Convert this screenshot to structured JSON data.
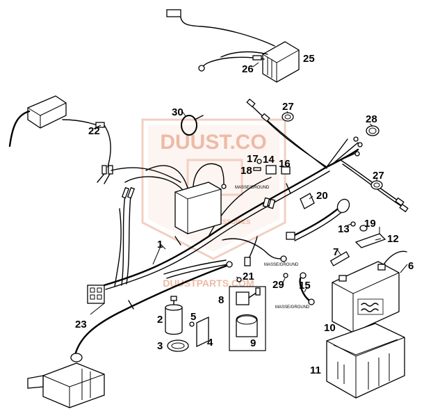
{
  "watermark": {
    "brand": "DUUST.CO",
    "tagline": "PARTS & ACCESSORIES",
    "url": "DUUSTPARTS.COM",
    "color": "#e9a98f"
  },
  "labels": {
    "masse_1": "MASSE/GROUND",
    "masse_2": "MASSE/GROUND",
    "masse_3": "MASSE/GROUND"
  },
  "callouts": [
    {
      "id": "c1",
      "text": "1"
    },
    {
      "id": "c2",
      "text": "2"
    },
    {
      "id": "c3",
      "text": "3"
    },
    {
      "id": "c4",
      "text": "4"
    },
    {
      "id": "c5",
      "text": "5"
    },
    {
      "id": "c6",
      "text": "6"
    },
    {
      "id": "c7",
      "text": "7"
    },
    {
      "id": "c8",
      "text": "8"
    },
    {
      "id": "c9",
      "text": "9"
    },
    {
      "id": "c10",
      "text": "10"
    },
    {
      "id": "c11",
      "text": "11"
    },
    {
      "id": "c12",
      "text": "12"
    },
    {
      "id": "c13",
      "text": "13"
    },
    {
      "id": "c14",
      "text": "14"
    },
    {
      "id": "c15",
      "text": "15"
    },
    {
      "id": "c16",
      "text": "16"
    },
    {
      "id": "c17",
      "text": "17"
    },
    {
      "id": "c18",
      "text": "18"
    },
    {
      "id": "c19",
      "text": "19"
    },
    {
      "id": "c20",
      "text": "20"
    },
    {
      "id": "c21",
      "text": "21"
    },
    {
      "id": "c22",
      "text": "22"
    },
    {
      "id": "c23",
      "text": "23"
    },
    {
      "id": "c25",
      "text": "25"
    },
    {
      "id": "c26",
      "text": "26"
    },
    {
      "id": "c27a",
      "text": "27"
    },
    {
      "id": "c27b",
      "text": "27"
    },
    {
      "id": "c28",
      "text": "28"
    },
    {
      "id": "c29",
      "text": "29"
    },
    {
      "id": "c30",
      "text": "30"
    }
  ]
}
